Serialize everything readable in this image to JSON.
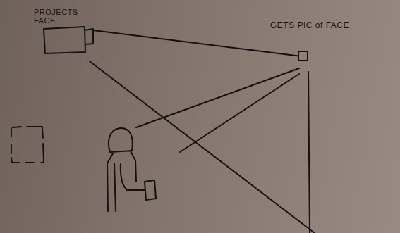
{
  "diagram": {
    "nodes": [
      {
        "text": [
          "PROJECTS FACE"
        ]
      },
      {
        "text": [
          "GETS PIC of FACE"
        ]
      }
    ],
    "edges": [
      {
        "from": 0,
        "to": 1,
        "arrow": "none"
      }
    ]
  }
}
